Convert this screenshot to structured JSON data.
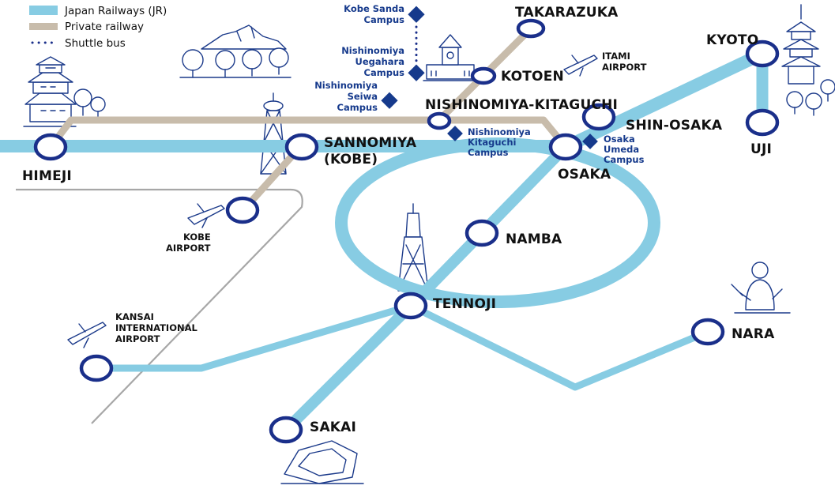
{
  "legend": {
    "jr": "Japan Railways (JR)",
    "private": "Private railway",
    "shuttle": "Shuttle bus"
  },
  "stations": {
    "himeji": "HIMEJI",
    "sannomiya_1": "SANNOMIYA",
    "sannomiya_2": "(KOBE)",
    "takarazuka": "TAKARAZUKA",
    "kotoen": "KOTOEN",
    "nishinomiya_kitaguchi": "NISHINOMIYA-KITAGUCHI",
    "osaka": "OSAKA",
    "shin_osaka": "SHIN-OSAKA",
    "kyoto": "KYOTO",
    "uji": "UJI",
    "namba": "NAMBA",
    "tennoji": "TENNOJI",
    "nara": "NARA",
    "sakai": "SAKAI"
  },
  "airports": {
    "kobe_1": "KOBE",
    "kobe_2": "AIRPORT",
    "itami_1": "ITAMI",
    "itami_2": "AIRPORT",
    "kansai_1": "KANSAI",
    "kansai_2": "INTERNATIONAL",
    "kansai_3": "AIRPORT"
  },
  "campuses": {
    "kobe_sanda_1": "Kobe Sanda",
    "kobe_sanda_2": "Campus",
    "uegahara_1": "Nishinomiya",
    "uegahara_2": "Uegahara",
    "uegahara_3": "Campus",
    "seiwa_1": "Nishinomiya",
    "seiwa_2": "Seiwa",
    "seiwa_3": "Campus",
    "kitaguchi_1": "Nishinomiya",
    "kitaguchi_2": "Kitaguchi",
    "kitaguchi_3": "Campus",
    "umeda_1": "Osaka",
    "umeda_2": "Umeda",
    "umeda_3": "Campus"
  },
  "colors": {
    "jr": "#87cce3",
    "private": "#c8bcab",
    "station": "#1a2f8a",
    "campus": "#163a8c",
    "grey_line": "#a7a7a7"
  },
  "icons": [
    "plane-icon",
    "castle-icon",
    "tower-icon",
    "temple-icon",
    "pagoda-icon",
    "buddha-icon",
    "tree-icon",
    "mountain-icon",
    "kofun-icon"
  ]
}
